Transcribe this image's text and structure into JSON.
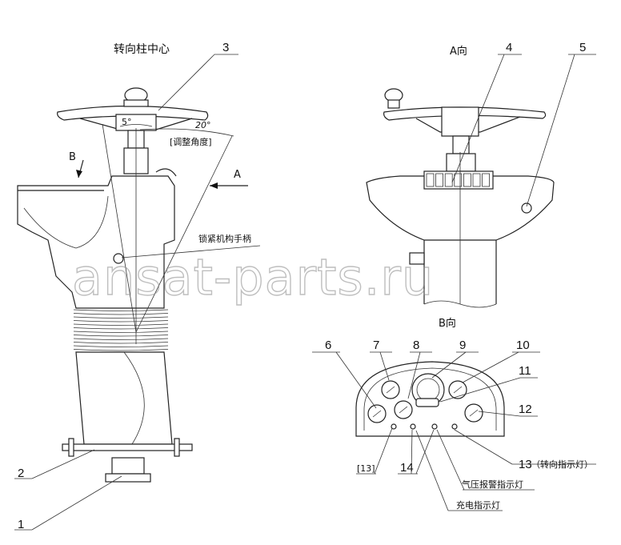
{
  "labels": {
    "steering_center": "转向柱中心",
    "view_a": "A向",
    "view_b": "B向",
    "arrow_a": "A",
    "arrow_b": "B",
    "angle_5": "5°",
    "angle_20": "20°",
    "adjust_angle": "[调整角度]",
    "lock_handle": "锁紧机构手柄",
    "air_alarm": "气压报警指示灯",
    "charge_light": "充电指示灯",
    "turn_light": "（转向指示灯）"
  },
  "callouts": {
    "n1": "1",
    "n2": "2",
    "n3": "3",
    "n4": "4",
    "n5": "5",
    "n6": "6",
    "n7": "7",
    "n8": "8",
    "n9": "9",
    "n10": "10",
    "n11": "11",
    "n12": "12",
    "n13": "13",
    "n13b": "[13]",
    "n14": "14"
  },
  "watermark": "ansat-parts.ru"
}
